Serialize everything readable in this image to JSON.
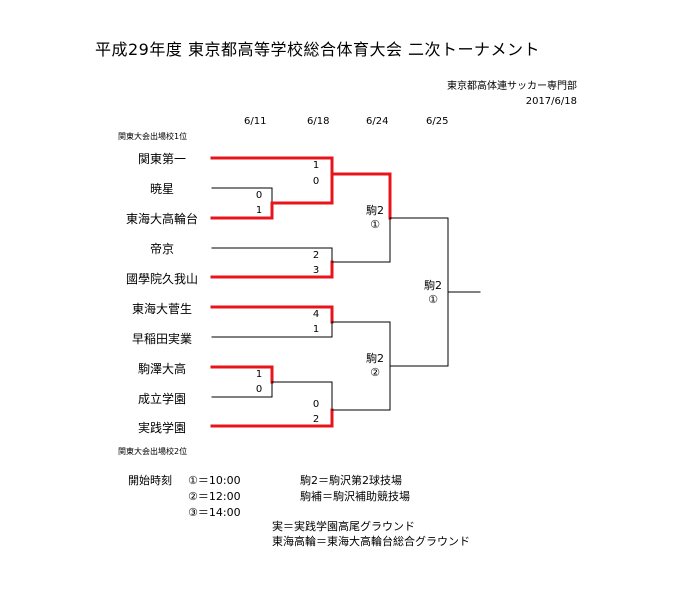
{
  "header": {
    "title": "平成29年度 東京都高等学校総合体育大会 二次トーナメント",
    "organizer": "東京都高体連サッカー専門部",
    "date": "2017/6/18"
  },
  "rounds": [
    "6/11",
    "6/18",
    "6/24",
    "6/25"
  ],
  "kanto_labels": {
    "top": "関東大会出場校1位",
    "bottom": "関東大会出場校2位"
  },
  "teams": [
    "関東第一",
    "暁星",
    "東海大高輪台",
    "帝京",
    "國學院久我山",
    "東海大菅生",
    "早稲田実業",
    "駒澤大高",
    "成立学園",
    "実践学園"
  ],
  "scores": {
    "r1a": [
      "0",
      "1"
    ],
    "r1b": [
      "1",
      "0"
    ],
    "r2a": [
      "1",
      "0"
    ],
    "r2b": [
      "2",
      "3"
    ],
    "r2c": [
      "4",
      "1"
    ],
    "r2d": [
      "0",
      "2"
    ]
  },
  "venues": {
    "semi_top": {
      "venue": "駒2",
      "slot": "①"
    },
    "semi_bottom": {
      "venue": "駒2",
      "slot": "②"
    },
    "final": {
      "venue": "駒2",
      "slot": "①"
    }
  },
  "notes": {
    "start_label": "開始時刻",
    "times": [
      "①＝10:00",
      "②＝12:00",
      "③＝14:00"
    ],
    "venue_lines": [
      "駒2＝駒沢第2球技場",
      "駒補＝駒沢補助競技場"
    ],
    "abbr_lines": [
      "実＝実践学園高尾グラウンド",
      "東海高輪＝東海大高輪台総合グラウンド"
    ]
  },
  "colors": {
    "winner_line": "#e8141c",
    "line": "#000000"
  }
}
